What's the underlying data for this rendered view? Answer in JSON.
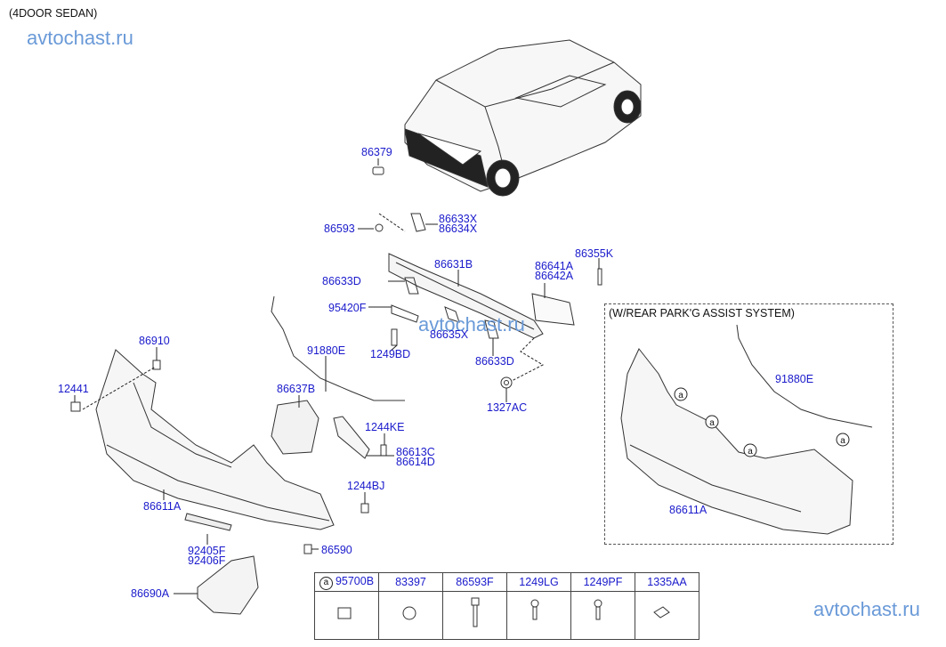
{
  "header": {
    "variant": "(4DOOR SEDAN)"
  },
  "watermarks": [
    "avtochast.ru",
    "avtochast.ru",
    "avtochast.ru"
  ],
  "callouts": {
    "p86379": "86379",
    "p86593": "86593",
    "p86633X": "86633X",
    "p86634X": "86634X",
    "p86631B": "86631B",
    "p86641A": "86641A",
    "p86642A": "86642A",
    "p86355K": "86355K",
    "p86633D_a": "86633D",
    "p95420F": "95420F",
    "p86635X": "86635X",
    "p1249BD": "1249BD",
    "p86633D_b": "86633D",
    "p1327AC": "1327AC",
    "p86910": "86910",
    "p91880E": "91880E",
    "p12441": "12441",
    "p86637B": "86637B",
    "p1244KE": "1244KE",
    "p86613C": "86613C",
    "p86614D": "86614D",
    "p1244BJ": "1244BJ",
    "p86611A": "86611A",
    "p86590": "86590",
    "p92405F": "92405F",
    "p92406F": "92406F",
    "p86690A": "86690A"
  },
  "inset": {
    "title": "(W/REAR PARK'G ASSIST SYSTEM)",
    "p91880E": "91880E",
    "p86611A": "86611A",
    "ref_marker": "a"
  },
  "parts_table": {
    "ref_marker": "a",
    "headers": [
      "95700B",
      "83397",
      "86593F",
      "1249LG",
      "1249PF",
      "1335AA"
    ],
    "icons": [
      "clip-nut-icon",
      "plug-circle-icon",
      "long-bolt-icon",
      "screw-icon",
      "screw-icon",
      "clip-icon"
    ]
  }
}
